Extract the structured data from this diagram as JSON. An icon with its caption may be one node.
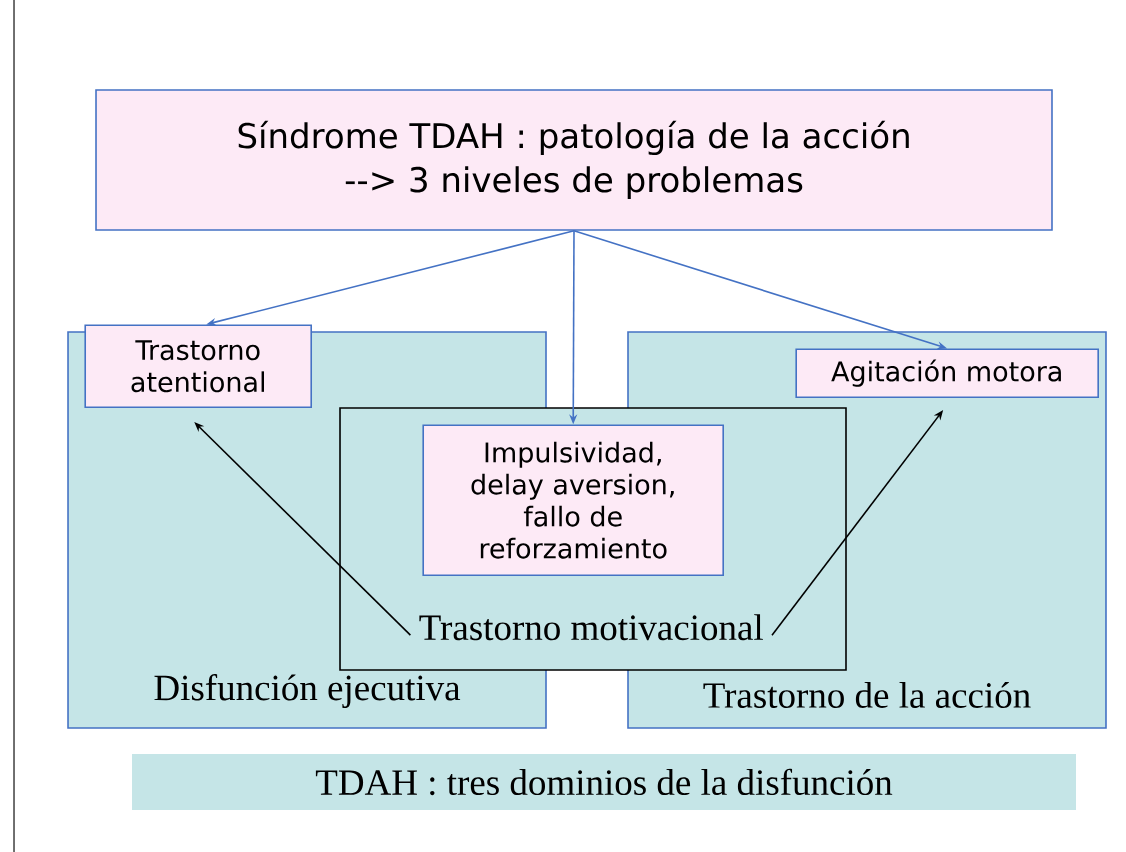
{
  "diagram": {
    "nodes": [
      {
        "text": [
          "Síndrome TDAH : patología de la acción --> 3 niveles de problemas"
        ]
      },
      {
        "text": [
          "Disfunción ejecutiva"
        ]
      },
      {
        "text": [
          "Trastorno atentional"
        ],
        "in": 1
      },
      {
        "text": [
          "Trastorno de la acción"
        ]
      },
      {
        "text": [
          "Agitación motora"
        ],
        "in": 3
      },
      {
        "text": [],
        "shape": "box"
      },
      {
        "text": [
          "Impulsividad, delay aversion, fallo de reforzamiento"
        ],
        "in": 5
      },
      {
        "text": [
          "Trastorno motivacional"
        ],
        "in": 5
      },
      {
        "text": [
          "TDAH : tres dominios de la disfunción"
        ]
      }
    ],
    "edges": [
      {
        "from": 0,
        "to": 2,
        "arrow": "to"
      },
      {
        "from": 0,
        "to": 6,
        "arrow": "to"
      },
      {
        "from": 0,
        "to": 4,
        "arrow": "to"
      },
      {
        "from": 7,
        "to": 2,
        "arrow": "to",
        "color": "#000000"
      },
      {
        "from": 7,
        "to": 4,
        "arrow": "to",
        "color": "#000000"
      }
    ]
  }
}
